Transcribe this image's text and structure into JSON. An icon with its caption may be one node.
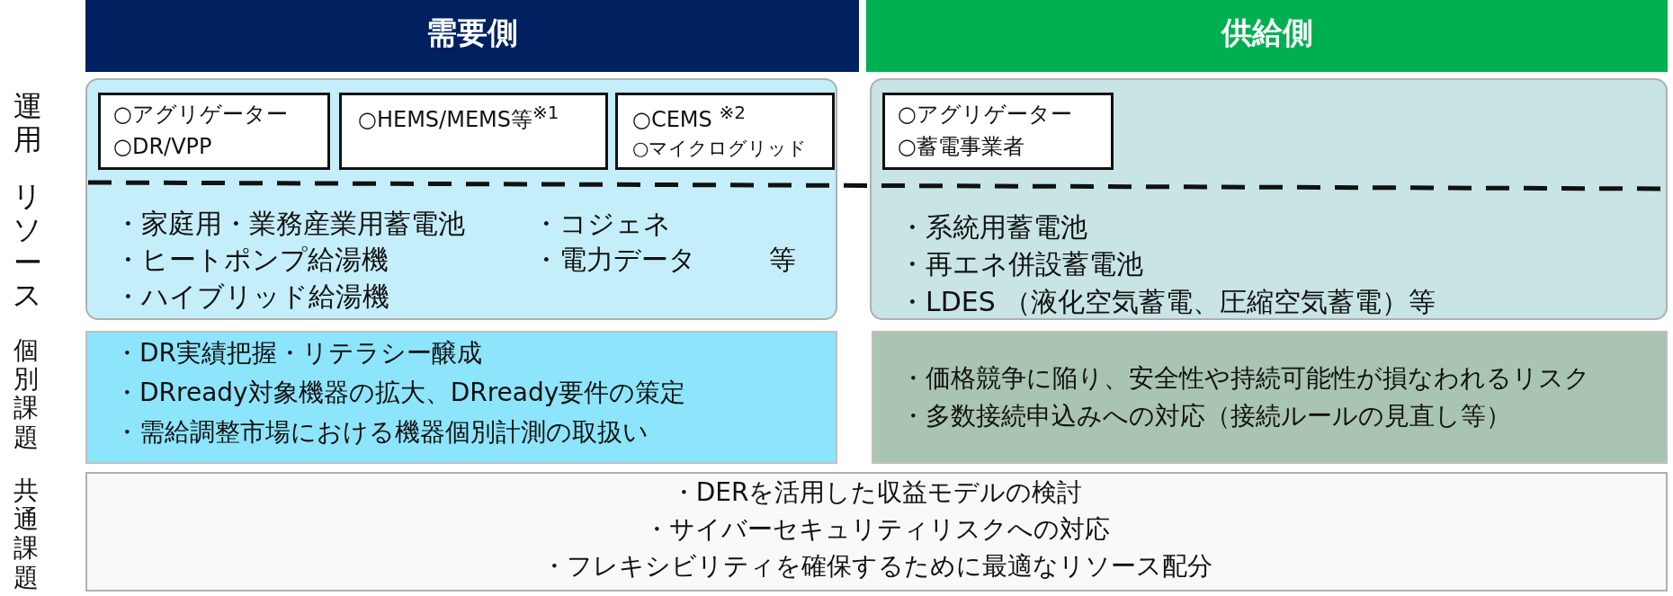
{
  "diagram": {
    "nodes": [
      {
        "text": [
          "需要側"
        ]
      },
      {
        "text": [
          "供給側"
        ]
      },
      {
        "text": [
          "・家庭用・業務産業用蓄電池",
          "・コジェネ",
          "・ヒートポンプ給湯機",
          "・電力データ",
          "等",
          "・ハイブリッド給湯機"
        ]
      },
      {
        "text": [
          "○アグリゲーター",
          "○DR/VPP"
        ],
        "in": 2
      },
      {
        "text": [
          "○HEMS/MEMS等$^{※1}$"
        ],
        "in": 2
      },
      {
        "text": [
          "○CEMS $^{※2}$",
          "○マイクログリッド"
        ],
        "in": 2
      },
      {
        "text": [
          "・系統用蓄電池",
          "・再エネ併設蓄電池",
          "・LDES （液化空気蓄電、圧縮空気蓄電）等"
        ]
      },
      {
        "text": [
          "○アグリゲーター",
          "○蓄電事業者"
        ],
        "in": 6
      },
      {
        "text": [
          "・DR実績把握・リテラシー醸成",
          "・DRready対象機器の拡大、DRready要件の策定",
          "・需給調整市場における機器個別計測の取扱い"
        ]
      },
      {
        "text": [
          "・価格競争に陥り、安全性や持続可能性が損なわれるリスク",
          "・多数接続申込みへの対応（接続ルールの見直し等）"
        ]
      },
      {
        "text": [
          "・DERを活用した収益モデルの検討",
          "・サイバーセキュリティリスクへの対応",
          "・フレキシビリティを確保するために最適なリソース配分"
        ]
      }
    ],
    "labels": [
      "運用",
      "リソース",
      "個別課題",
      "共通課題"
    ]
  }
}
